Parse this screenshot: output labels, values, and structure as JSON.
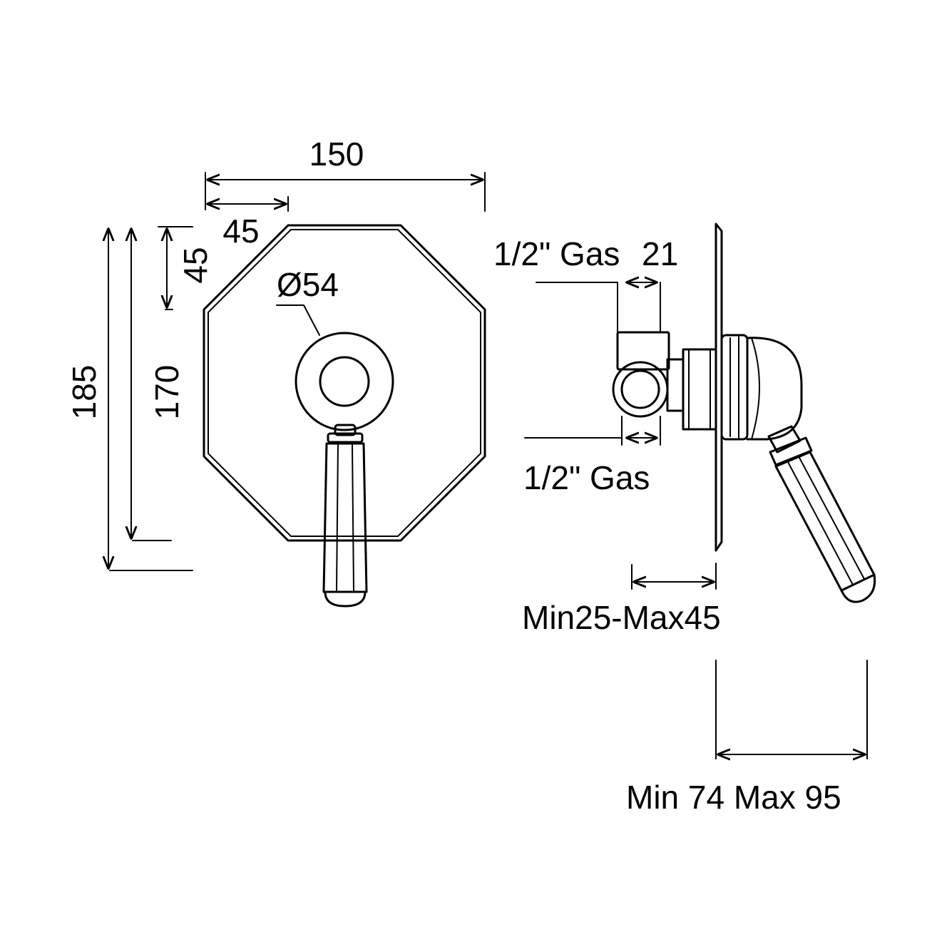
{
  "front_view": {
    "dim_width_total": "150",
    "dim_width_corner": "45",
    "dim_height_corner": "45",
    "dim_diameter": "Ø54",
    "dim_height_total": "185",
    "dim_height_plate": "170"
  },
  "side_view": {
    "dim_inlet_top": "1/2\" Gas",
    "dim_inlet_top_width": "21",
    "dim_inlet_bottom": "1/2\" Gas",
    "dim_wall_depth": "Min25-Max45",
    "dim_projection": "Min 74 Max 95"
  }
}
